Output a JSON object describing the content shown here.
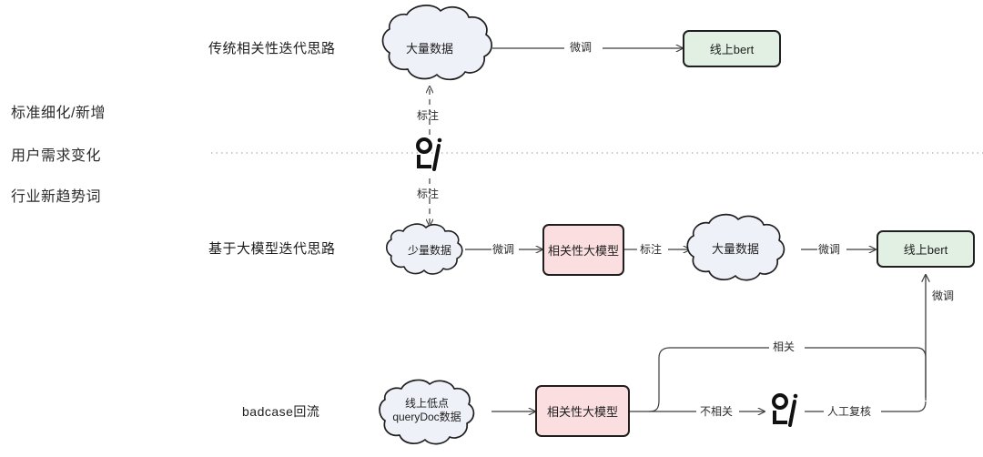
{
  "diagram": {
    "title_present": false,
    "colors": {
      "cloud_fill": "#eff1f9",
      "cloud_stroke": "#1f1f1f",
      "box_green_fill": "#e2f0e3",
      "box_pink_fill": "#fbdfe0",
      "box_stroke": "#1f1f1f",
      "line": "#3c3c3c",
      "divider": "#9a9a9a",
      "background": "#ffffff"
    },
    "side_labels": [
      {
        "text": "标准细化/新增"
      },
      {
        "text": "用户需求变化"
      },
      {
        "text": "行业新趋势词"
      }
    ],
    "row_labels": [
      {
        "text": "传统相关性迭代思路"
      },
      {
        "text": "基于大模型迭代思路"
      },
      {
        "text": "badcase回流"
      }
    ],
    "nodes": {
      "top_cloud": {
        "text": "大量数据",
        "shape": "cloud"
      },
      "top_bert": {
        "text": "线上bert",
        "shape": "rounded-box",
        "fill": "green"
      },
      "mid_cloud_small": {
        "text": "少量数据",
        "shape": "cloud"
      },
      "mid_model": {
        "text": "相关性大模型",
        "shape": "rounded-box",
        "fill": "pink"
      },
      "mid_cloud_big": {
        "text": "大量数据",
        "shape": "cloud"
      },
      "mid_bert": {
        "text": "线上bert",
        "shape": "rounded-box",
        "fill": "green"
      },
      "bottom_cloud": {
        "text_line1": "线上低点",
        "text_line2": "queryDoc数据",
        "shape": "cloud"
      },
      "bottom_model": {
        "text": "相关性大模型",
        "shape": "rounded-box",
        "fill": "pink"
      }
    },
    "person_icons": [
      {
        "name": "annotator-person-icon"
      },
      {
        "name": "reviewer-person-icon"
      }
    ],
    "edge_labels": {
      "top_finetune": "微调",
      "annotate_up": "标注",
      "annotate_down": "标注",
      "mid_finetune_1": "微调",
      "mid_annotate": "标注",
      "mid_finetune_2": "微调",
      "feedback_finetune": "微调",
      "branch_relevant": "相关",
      "branch_irrelevant": "不相关",
      "manual_review": "人工复核"
    }
  }
}
